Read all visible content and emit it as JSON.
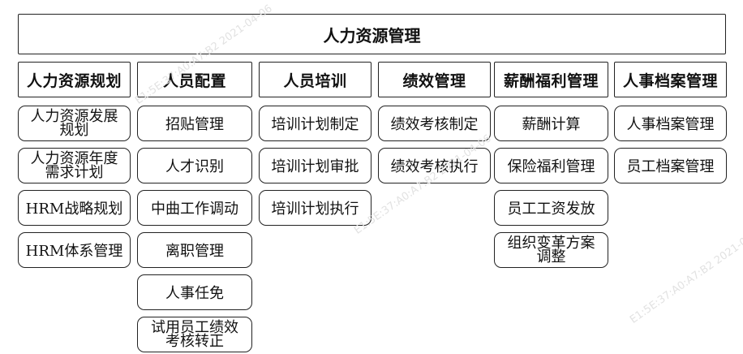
{
  "root": "人力资源管理",
  "categories": [
    {
      "label": "人力资源规划",
      "items": [
        [
          "人力资源发展",
          "规划"
        ],
        [
          "人力资源年度",
          "需求计划"
        ],
        [
          "HRM战略规划"
        ],
        [
          "HRM体系管理"
        ]
      ]
    },
    {
      "label": "人员配置",
      "items": [
        [
          "招贴管理"
        ],
        [
          "人才识别"
        ],
        [
          "中曲工作调动"
        ],
        [
          "离职管理"
        ],
        [
          "人事任免"
        ],
        [
          "试用员工绩效",
          "考核转正"
        ]
      ]
    },
    {
      "label": "人员培训",
      "items": [
        [
          "培训计划制定"
        ],
        [
          "培训计划审批"
        ],
        [
          "培训计划执行"
        ]
      ]
    },
    {
      "label": "绩效管理",
      "items": [
        [
          "绩效考核制定"
        ],
        [
          "绩效考核执行"
        ]
      ]
    },
    {
      "label": "薪酬福利管理",
      "items": [
        [
          "薪酬计算"
        ],
        [
          "保险福利管理"
        ],
        [
          "员工工资发放"
        ],
        [
          "组织变革方案",
          "调整"
        ]
      ]
    },
    {
      "label": "人事档案管理",
      "items": [
        [
          "人事档案管理"
        ],
        [
          "员工档案管理"
        ]
      ]
    }
  ],
  "watermark": "E1:5E:37:A0:A7:B2 2021-04-06"
}
